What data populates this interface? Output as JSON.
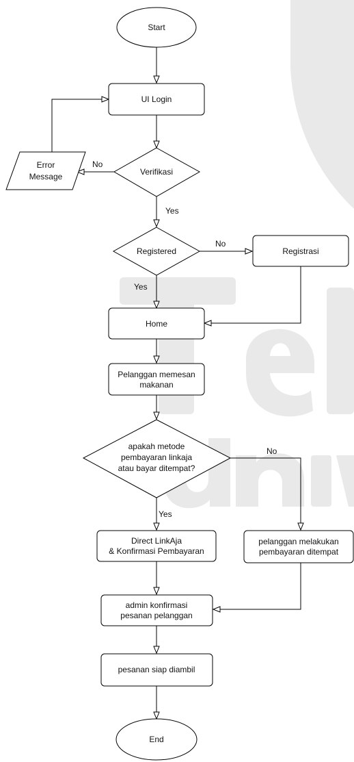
{
  "colors": {
    "line": "#000000",
    "fill": "#ffffff",
    "text": "#111111",
    "watermark": "#e9e9e9"
  },
  "nodes": {
    "start": "Start",
    "ui_login": "UI Login",
    "error_message": [
      "Error",
      "Message"
    ],
    "verifikasi": "Verifikasi",
    "registered": "Registered",
    "registrasi": "Registrasi",
    "home": "Home",
    "pelanggan_memesan": [
      "Pelanggan memesan",
      "makanan"
    ],
    "apakah_metode": [
      "apakah metode",
      "pembayaran linkaja",
      "atau bayar ditempat?"
    ],
    "direct_linkaja": [
      "Direct LinkAja",
      "& Konfirmasi Pembayaran"
    ],
    "pelanggan_melakukan": [
      "pelanggan melakukan",
      "pembayaran ditempat"
    ],
    "admin_konfirmasi": [
      "admin konfirmasi",
      "pesanan pelanggan"
    ],
    "pesanan_siap": "pesanan siap diambil",
    "end": "End"
  },
  "edge_labels": {
    "verifikasi_no": "No",
    "verifikasi_yes": "Yes",
    "registered_no": "No",
    "registered_yes": "Yes",
    "metode_no": "No",
    "metode_yes": "Yes"
  }
}
